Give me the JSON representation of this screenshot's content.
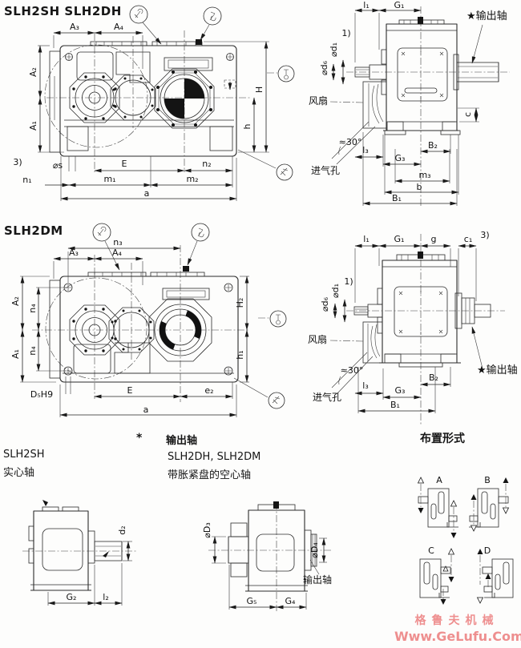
{
  "titles": {
    "top": "SLH2SH  SLH2DH",
    "middle": "SLH2DM"
  },
  "colors": {
    "ink": "#2b2b2b",
    "watermark": "#ee8f8f"
  },
  "front_top": {
    "a3": "A₃",
    "a4": "A₄",
    "a2": "A₂",
    "a1": "A₁",
    "H": "H",
    "h": "h",
    "note3": "3)",
    "phis": "⌀s",
    "E": "E",
    "n2": "n₂",
    "n1": "n₁",
    "m1": "m₁",
    "m2": "m₂",
    "a": "a"
  },
  "side_top": {
    "l1": "l₁",
    "G1": "G₁",
    "output": "★输出轴",
    "note1": "1)",
    "d1": "⌀d₁",
    "d6": "⌀d₆",
    "fan": "风扇",
    "angle": "≈30°",
    "inlet": "进气孔",
    "l3": "l₃",
    "G3": "G₃",
    "B2": "B₂",
    "m3": "m₃",
    "b": "b",
    "B1": "B₁",
    "c": "c"
  },
  "front_mid": {
    "n3": "n₃",
    "a3": "A₃",
    "a4": "A₄",
    "a2": "A₂",
    "n4_top": "n₄",
    "a1": "A₁",
    "n4_bottom": "n₄",
    "H2": "H₂",
    "h1": "h₁",
    "D5": "D₅H9",
    "E": "E",
    "e2": "e₂",
    "a": "a"
  },
  "side_mid": {
    "l1": "l₁",
    "G1": "G₁",
    "g": "g",
    "c1": "c₁",
    "note3": "3)",
    "note1": "1)",
    "d1": "⌀d₁",
    "d6": "⌀d₆",
    "fan": "风扇",
    "angle": "≈30°",
    "inlet": "进气孔",
    "l3": "l₃",
    "G3": "G₃",
    "B2": "B₂",
    "B1": "B₁",
    "output": "★输出轴"
  },
  "legend": {
    "star": "*",
    "header": "输出轴",
    "left_model": "SLH2SH",
    "left_desc": "实心轴",
    "right_model": "SLH2DH, SLH2DM",
    "right_desc": "带胀紧盘的空心轴"
  },
  "arrangement": {
    "title": "布置形式",
    "a": "A",
    "b": "B",
    "c": "C",
    "d": "D"
  },
  "solid_shaft_view": {
    "d2": "d₂",
    "G2": "G₂",
    "l2": "l₂"
  },
  "hollow_shaft_view": {
    "D3": "⌀D₃",
    "D4": "⌀D₄",
    "G5": "G₅",
    "G4": "G₄",
    "output": "输出轴"
  },
  "watermark": {
    "line1": "格鲁夫机械",
    "line2": "Www.GeLufu.Com"
  }
}
